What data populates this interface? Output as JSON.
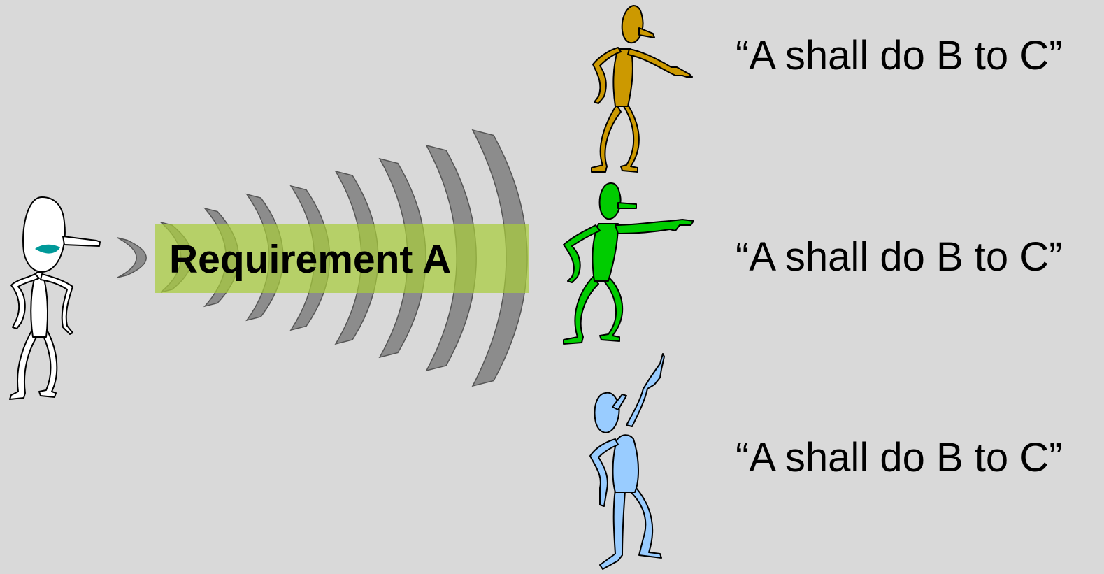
{
  "banner": {
    "label": "Requirement A"
  },
  "listeners": [
    {
      "quote": "“A shall do B to C”",
      "color": "#cc9900"
    },
    {
      "quote": "“A shall do B to C”",
      "color": "#00cc00"
    },
    {
      "quote": "“A shall do B to C”",
      "color": "#99ccff"
    }
  ],
  "speaker": {
    "body_color": "#ffffff",
    "mouth_color": "#009999"
  },
  "colors": {
    "background": "#d9d9d9",
    "wave": "#8c8c8c",
    "banner": "#b3d155"
  }
}
